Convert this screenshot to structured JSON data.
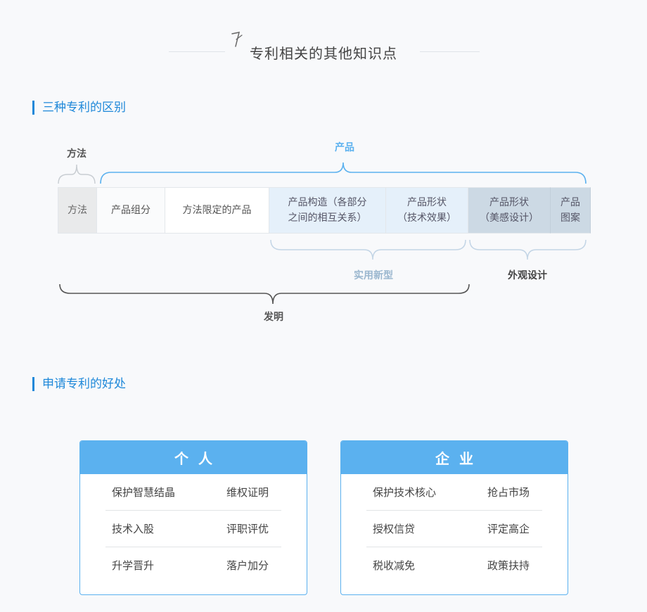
{
  "header": {
    "title": "专利相关的其他知识点"
  },
  "section1": {
    "title": "三种专利的区别"
  },
  "diagram": {
    "top_left_label": "方法",
    "top_right_label": "产品",
    "utility_label": "实用新型",
    "design_label": "外观设计",
    "invention_label": "发明",
    "cells": [
      {
        "line1": "方法",
        "line2": ""
      },
      {
        "line1": "产品组分",
        "line2": ""
      },
      {
        "line1": "方法限定的产品",
        "line2": ""
      },
      {
        "line1": "产品构造（各部分",
        "line2": "之间的相互关系）"
      },
      {
        "line1": "产品形状",
        "line2": "（技术效果）"
      },
      {
        "line1": "产品形状",
        "line2": "（美感设计）"
      },
      {
        "line1": "产品",
        "line2": "图案"
      }
    ],
    "colors": {
      "brace_blue": "#5bb1ef",
      "brace_light": "#c3d5e6",
      "brace_dark": "#555555",
      "utility_text": "#9bb7cf"
    }
  },
  "section2": {
    "title": "申请专利的好处"
  },
  "cards": [
    {
      "title": "个人",
      "rows": [
        {
          "left": "保护智慧结晶",
          "right": "维权证明"
        },
        {
          "left": "技术入股",
          "right": "评职评优"
        },
        {
          "left": "升学晋升",
          "right": "落户加分"
        }
      ]
    },
    {
      "title": "企业",
      "rows": [
        {
          "left": "保护技术核心",
          "right": "抢占市场"
        },
        {
          "left": "授权信贷",
          "right": "评定高企"
        },
        {
          "left": "税收减免",
          "right": "政策扶持"
        }
      ]
    }
  ]
}
